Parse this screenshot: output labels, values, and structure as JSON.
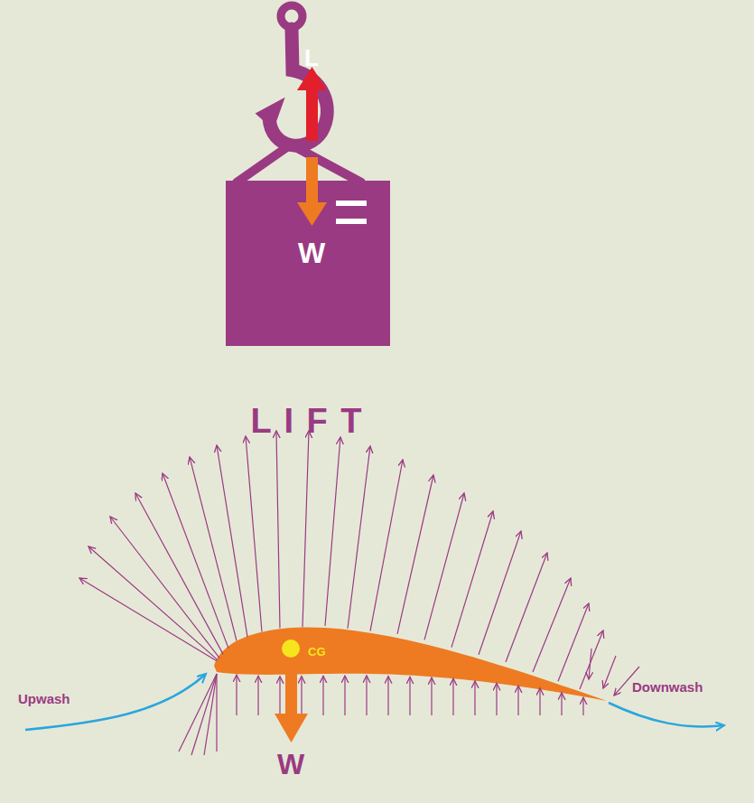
{
  "diagram": {
    "nodes": [
      {
        "text": [
          "W"
        ]
      },
      {
        "text": [
          "CG"
        ]
      }
    ],
    "labels": [
      "L",
      "L I F T",
      "W",
      "Upwash",
      "Downwash"
    ]
  }
}
